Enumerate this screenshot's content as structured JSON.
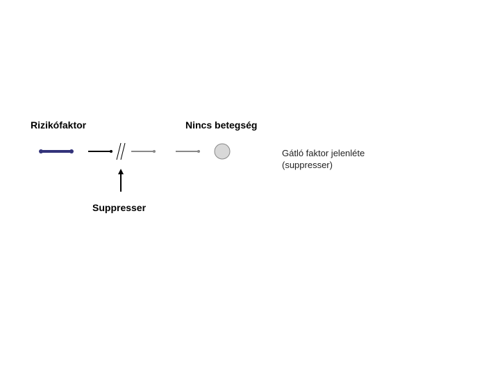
{
  "labels": {
    "risk_factor": "Rizikófaktor",
    "no_disease": "Nincs betegség",
    "suppresser": "Suppresser"
  },
  "caption": {
    "line1": "Gátló faktor jelenléte",
    "line2": "(suppresser)"
  },
  "colors": {
    "risk_arrow": "#33337a",
    "main_line": "#000000",
    "blocked_line": "#888888",
    "outcome_fill": "#d8d8d8",
    "outcome_stroke": "#888888"
  }
}
